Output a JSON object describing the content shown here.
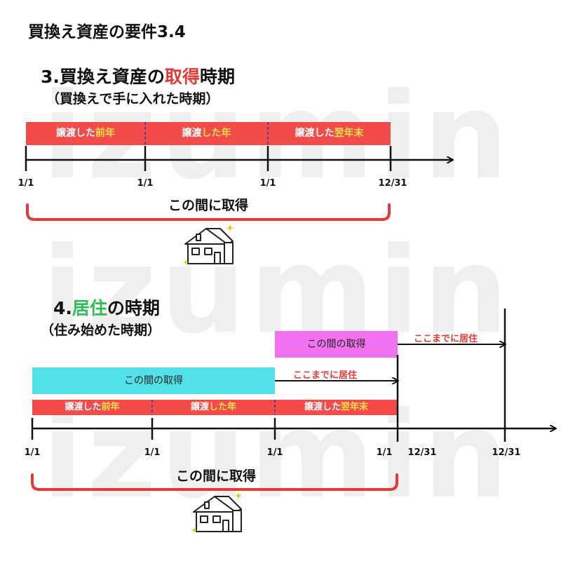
{
  "watermark": "izumin",
  "page_title": "買換え資産の要件3.4",
  "section3": {
    "num": "3.",
    "title_pre": "買換え資産の",
    "title_highlight": "取得",
    "title_post": "時期",
    "subtitle": "（買換えで手に入れた時期）",
    "segments": [
      {
        "main": "譲渡した",
        "accent": "前年"
      },
      {
        "main": "譲渡",
        "accent": "した年"
      },
      {
        "main": "譲渡した",
        "accent": "翌年末"
      }
    ],
    "ticks": [
      "1/1",
      "1/1",
      "1/1",
      "12/31"
    ],
    "brace_label": "この間に取得"
  },
  "section4": {
    "num": "4.",
    "title_highlight": "居住",
    "title_post": "の時期",
    "subtitle": "（住み始めた時期）",
    "pink_box": "この間の取得",
    "cyan_box": "この間の取得",
    "until_upper": "ここまでに居住",
    "until_lower": "ここまでに居住",
    "segments": [
      {
        "main": "譲渡した",
        "accent": "前年"
      },
      {
        "main": "譲渡",
        "accent": "した年"
      },
      {
        "main": "譲渡した",
        "accent": "翌年末"
      }
    ],
    "ticks": [
      "1/1",
      "1/1",
      "1/1",
      "1/1",
      "12/31",
      "12/31"
    ],
    "brace_label": "この間に取得"
  },
  "icons": [
    "house-icon"
  ],
  "colors": {
    "red": "#f34a4a",
    "text_red": "#e53935",
    "accent_yellow": "#ffe14d",
    "cyan": "#52e1e8",
    "pink": "#f271f0",
    "green": "#2dbd58",
    "brace": "#e53935"
  }
}
